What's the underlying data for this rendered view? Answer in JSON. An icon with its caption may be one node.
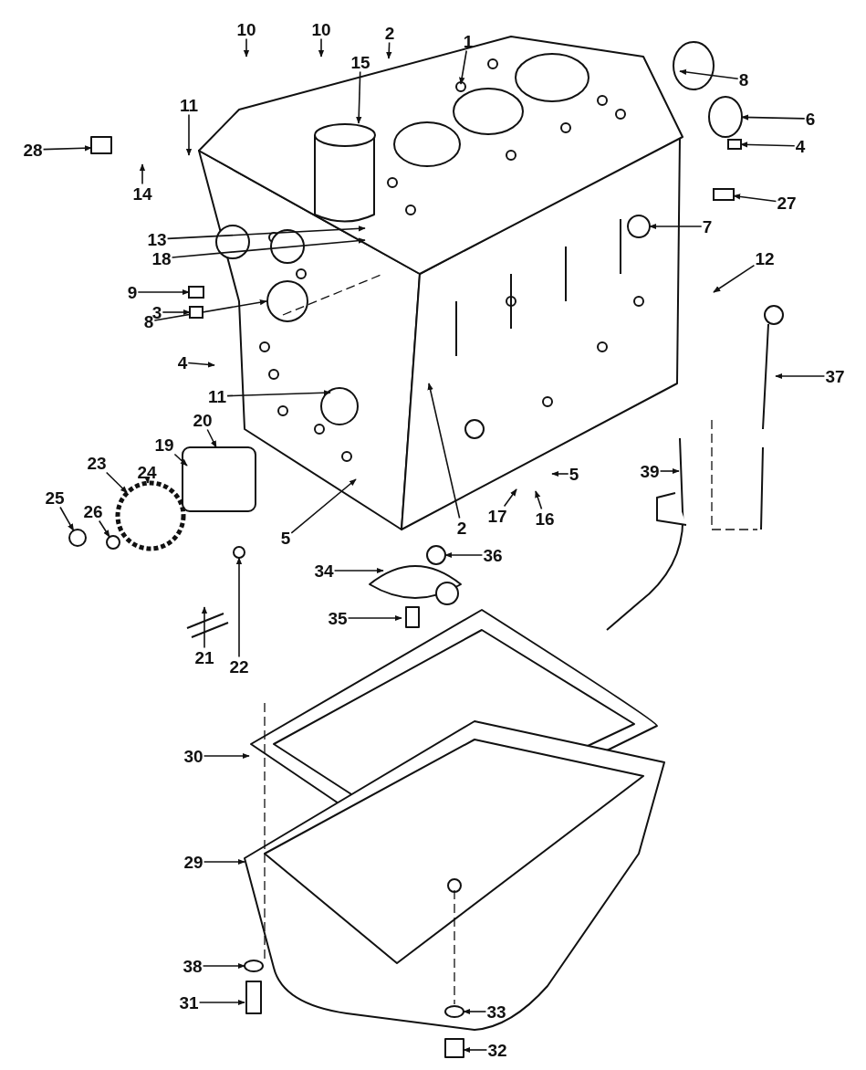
{
  "diagram": {
    "nodes": [
      {
        "text": [
          "1"
        ]
      },
      {
        "text": [
          "10"
        ]
      },
      {
        "text": [
          "10"
        ]
      },
      {
        "text": [
          "2"
        ]
      },
      {
        "text": [
          "15"
        ]
      },
      {
        "text": [
          "11"
        ]
      },
      {
        "text": [
          "8"
        ]
      },
      {
        "text": [
          "6"
        ]
      },
      {
        "text": [
          "4"
        ]
      },
      {
        "text": [
          "27"
        ]
      },
      {
        "text": [
          "28"
        ]
      },
      {
        "text": [
          "14"
        ]
      },
      {
        "text": [
          "13"
        ]
      },
      {
        "text": [
          "18"
        ]
      },
      {
        "text": [
          "7"
        ]
      },
      {
        "text": [
          "12"
        ]
      },
      {
        "text": [
          "9"
        ]
      },
      {
        "text": [
          "3"
        ]
      },
      {
        "text": [
          "8"
        ]
      },
      {
        "text": [
          "4"
        ]
      },
      {
        "text": [
          "11"
        ]
      },
      {
        "text": [
          "37"
        ]
      },
      {
        "text": [
          "20"
        ]
      },
      {
        "text": [
          "19"
        ]
      },
      {
        "text": [
          "23"
        ]
      },
      {
        "text": [
          "24"
        ]
      },
      {
        "text": [
          "25"
        ]
      },
      {
        "text": [
          "26"
        ]
      },
      {
        "text": [
          "39"
        ]
      },
      {
        "text": [
          "5"
        ]
      },
      {
        "text": [
          "2"
        ]
      },
      {
        "text": [
          "5"
        ]
      },
      {
        "text": [
          "17"
        ]
      },
      {
        "text": [
          "16"
        ]
      },
      {
        "text": [
          "36"
        ]
      },
      {
        "text": [
          "34"
        ]
      },
      {
        "text": [
          "35"
        ]
      },
      {
        "text": [
          "21"
        ]
      },
      {
        "text": [
          "22"
        ]
      },
      {
        "text": [
          "30"
        ]
      },
      {
        "text": [
          "29"
        ]
      },
      {
        "text": [
          "38"
        ]
      },
      {
        "text": [
          "31"
        ]
      },
      {
        "text": [
          "33"
        ]
      },
      {
        "text": [
          "32"
        ]
      },
      {
        "text": [],
        "shape": "circle"
      },
      {
        "text": [],
        "shape": "box"
      },
      {
        "text": [],
        "shape": "box"
      },
      {
        "text": [],
        "shape": "circle"
      },
      {
        "text": [],
        "shape": "circle"
      },
      {
        "text": [],
        "shape": "circle"
      },
      {
        "text": [],
        "shape": "box"
      },
      {
        "text": [],
        "shape": "box"
      },
      {
        "text": [],
        "shape": "circle"
      }
    ],
    "edges": [
      {
        "from": 0,
        "to": null,
        "arrow": "to"
      },
      {
        "from": 1,
        "to": null,
        "arrow": "to"
      },
      {
        "from": 2,
        "to": null,
        "arrow": "to"
      },
      {
        "from": 3,
        "to": null,
        "arrow": "to"
      },
      {
        "from": 4,
        "to": null,
        "arrow": "to"
      },
      {
        "from": 5,
        "to": null,
        "arrow": "to"
      },
      {
        "from": 6,
        "to": null,
        "arrow": "to"
      },
      {
        "from": 7,
        "to": 45,
        "arrow": "to"
      },
      {
        "from": 8,
        "to": 51,
        "arrow": "to"
      },
      {
        "from": 9,
        "to": 46,
        "arrow": "to"
      },
      {
        "from": 10,
        "to": null,
        "arrow": "to"
      },
      {
        "from": 11,
        "to": null,
        "arrow": "to"
      },
      {
        "from": 12,
        "to": null,
        "arrow": "to"
      },
      {
        "from": 13,
        "to": null,
        "arrow": "to"
      },
      {
        "from": 14,
        "to": null,
        "arrow": "to"
      },
      {
        "from": 15,
        "to": null,
        "arrow": "to"
      },
      {
        "from": 16,
        "to": 47,
        "arrow": "to"
      },
      {
        "from": 17,
        "to": 52,
        "arrow": "to"
      },
      {
        "from": 18,
        "to": null,
        "arrow": "to"
      },
      {
        "from": 19,
        "to": null,
        "arrow": "to"
      },
      {
        "from": 20,
        "to": null,
        "arrow": "to"
      },
      {
        "from": 21,
        "to": null,
        "arrow": "to"
      },
      {
        "from": 22,
        "to": null,
        "arrow": "to"
      },
      {
        "from": 23,
        "to": null,
        "arrow": "to"
      },
      {
        "from": 24,
        "to": 48,
        "arrow": "to"
      },
      {
        "from": 25,
        "to": 48,
        "arrow": "to"
      },
      {
        "from": 26,
        "to": 53,
        "arrow": "to"
      },
      {
        "from": 27,
        "to": null,
        "arrow": "to"
      },
      {
        "from": 28,
        "to": null,
        "arrow": "to"
      },
      {
        "from": 29,
        "to": null,
        "arrow": "to"
      },
      {
        "from": 30,
        "to": null,
        "arrow": "to"
      },
      {
        "from": 31,
        "to": null,
        "arrow": "to"
      },
      {
        "from": 32,
        "to": null,
        "arrow": "to"
      },
      {
        "from": 33,
        "to": null,
        "arrow": "to"
      },
      {
        "from": 34,
        "to": 49,
        "arrow": "to"
      },
      {
        "from": 35,
        "to": null,
        "arrow": "to"
      },
      {
        "from": 36,
        "to": null,
        "arrow": "to"
      },
      {
        "from": 37,
        "to": null,
        "arrow": "to"
      },
      {
        "from": 38,
        "to": 50,
        "arrow": "to"
      },
      {
        "from": 39,
        "to": null,
        "arrow": "to"
      },
      {
        "from": 40,
        "to": null,
        "arrow": "to"
      },
      {
        "from": 41,
        "to": null,
        "arrow": "to"
      },
      {
        "from": 42,
        "to": null,
        "arrow": "to"
      },
      {
        "from": 43,
        "to": null,
        "arrow": "to"
      },
      {
        "from": 44,
        "to": null,
        "arrow": "to"
      }
    ]
  }
}
